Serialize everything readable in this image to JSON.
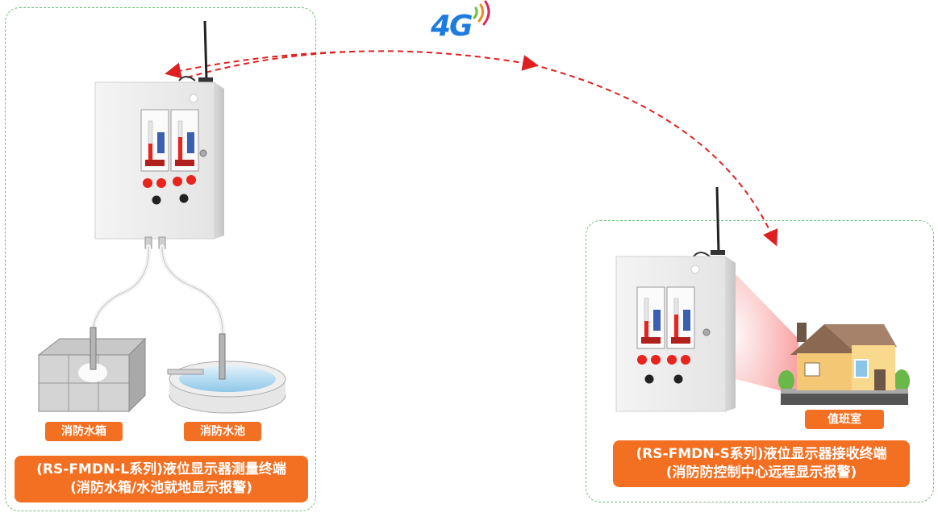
{
  "network_label": "4G",
  "left": {
    "tank_label": "消防水箱",
    "pool_label": "消防水池",
    "title_line1": "(RS-FMDN-L系列)液位显示器测量终端",
    "title_line2": "(消防水箱/水池就地显示报警)"
  },
  "right": {
    "room_label": "值班室",
    "title_line1": "(RS-FMDN-S系列)液位显示器接收终端",
    "title_line2": "(消防防控制中心远程显示报警)"
  },
  "colors": {
    "label_bg": "#f36f21",
    "panel_border": "#6cc07a",
    "signal_arrow": "#e02020",
    "network_blue": "#1e7be0",
    "indicator_red": "#e8241c"
  }
}
